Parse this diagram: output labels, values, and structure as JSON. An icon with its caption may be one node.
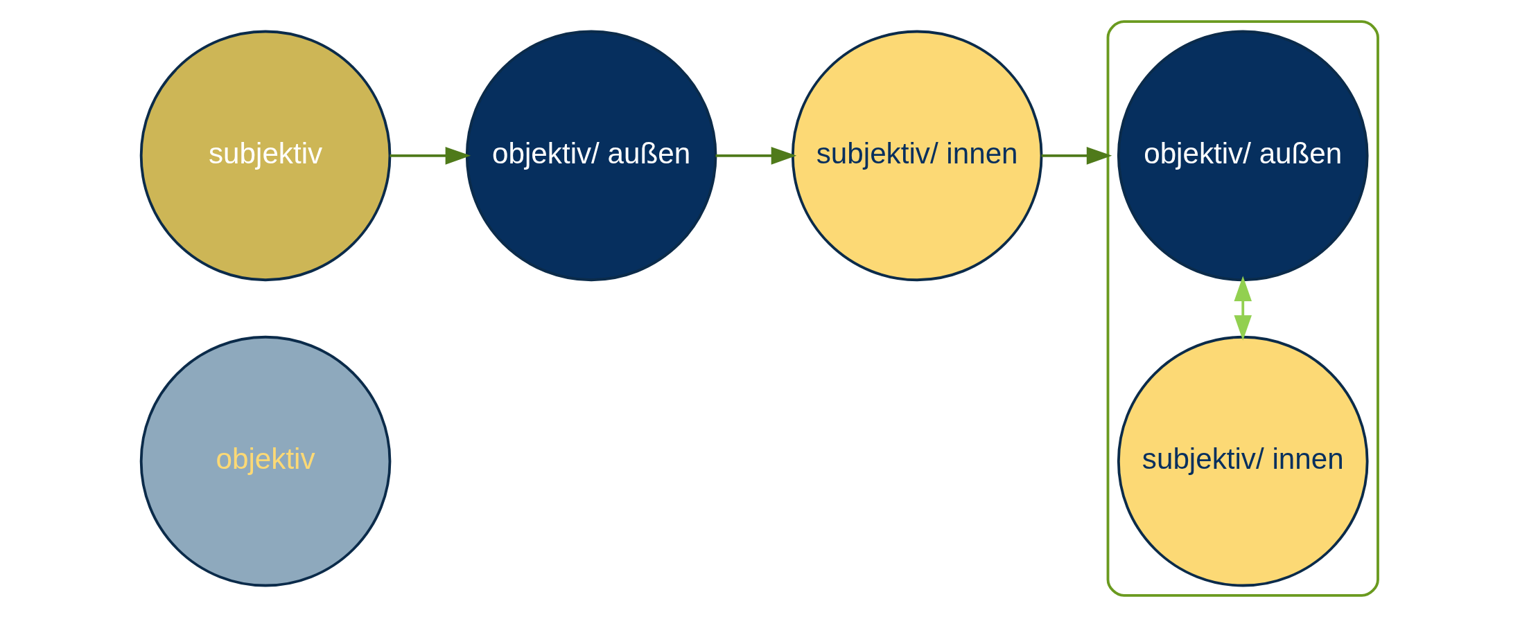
{
  "diagram": {
    "nodes": [
      {
        "text": [
          "objektiv"
        ]
      },
      {
        "text": [
          "subjektiv"
        ]
      },
      {
        "text": [
          "objektiv/ außen"
        ]
      },
      {
        "text": [
          "subjektiv/ innen"
        ]
      },
      {
        "text": [],
        "shape": "ellipse"
      },
      {
        "text": [
          "objektiv/ außen"
        ],
        "in": 4
      },
      {
        "text": [
          "subjektiv/ innen"
        ],
        "in": 4
      }
    ],
    "edges": [
      {
        "from": 1,
        "to": 2,
        "arrow": "to"
      },
      {
        "from": 2,
        "to": 3,
        "arrow": "to"
      },
      {
        "from": 3,
        "to": 4,
        "arrow": "to"
      },
      {
        "from": 6,
        "to": 5,
        "arrow": "both",
        "color": "#92d050"
      }
    ]
  }
}
